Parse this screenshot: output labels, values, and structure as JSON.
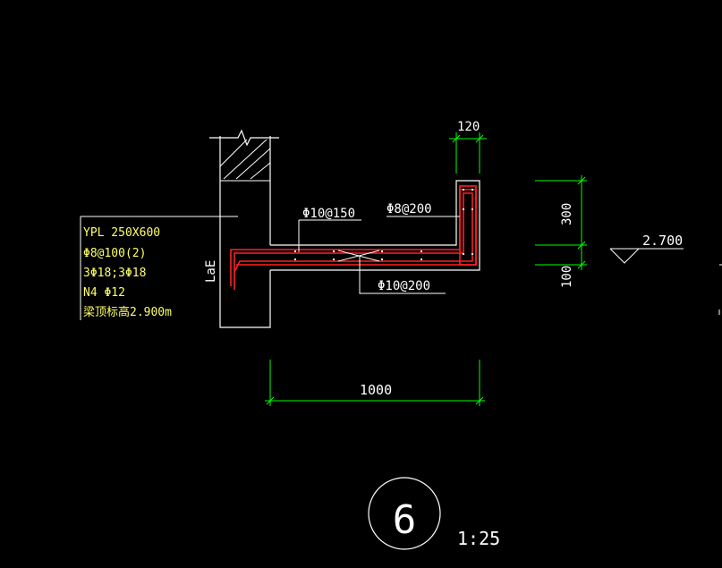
{
  "colors": {
    "background": "#000000",
    "outline": "#ffffff",
    "dimension": "#00ff00",
    "rebar": "#ff2020",
    "annotation_yellow": "#ffff66"
  },
  "beam_note": {
    "line1": "YPL 250X600",
    "line2": "Φ8@100(2)",
    "line3": "3Φ18;3Φ18",
    "line4": "N4 Φ12",
    "line5": "梁顶标高2.900m"
  },
  "rebar_labels": {
    "top_distribution": "Φ10@150",
    "edge_stirrup": "Φ8@200",
    "bottom_distribution": "Φ10@200",
    "anchorage": "LaE"
  },
  "dimensions": {
    "upturn_width": "120",
    "slab_length": "1000",
    "upturn_height": "300",
    "slab_thickness": "100"
  },
  "elevation": "2.700",
  "detail": {
    "number": "6",
    "scale": "1:25"
  }
}
